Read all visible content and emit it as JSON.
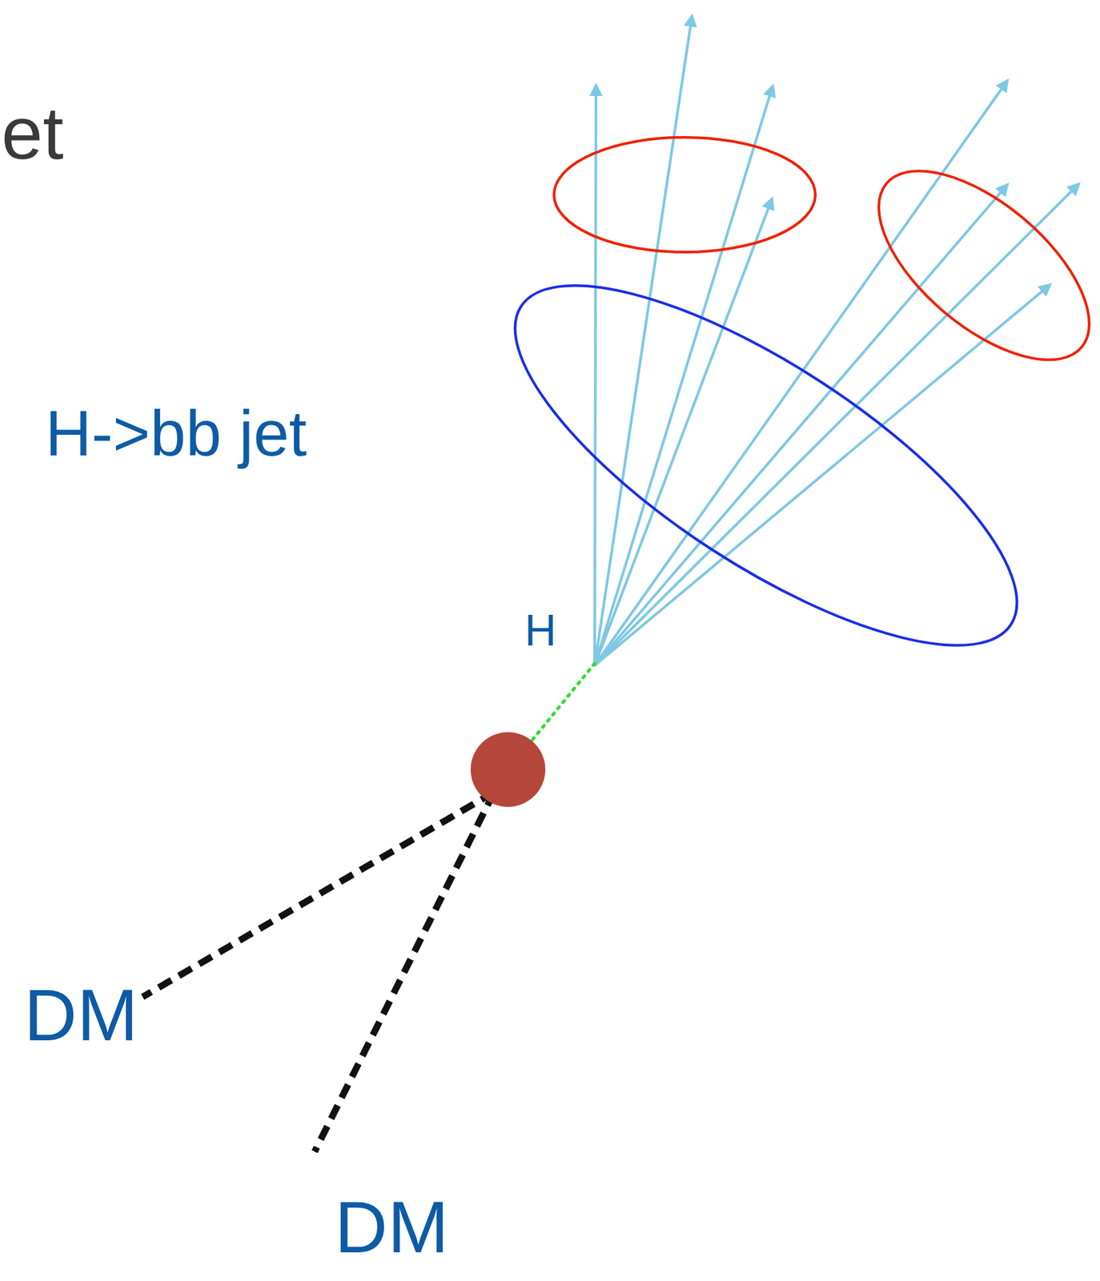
{
  "diagram": {
    "labels": [
      "et",
      "H->bb jet",
      "H",
      "DM",
      "DM"
    ]
  }
}
